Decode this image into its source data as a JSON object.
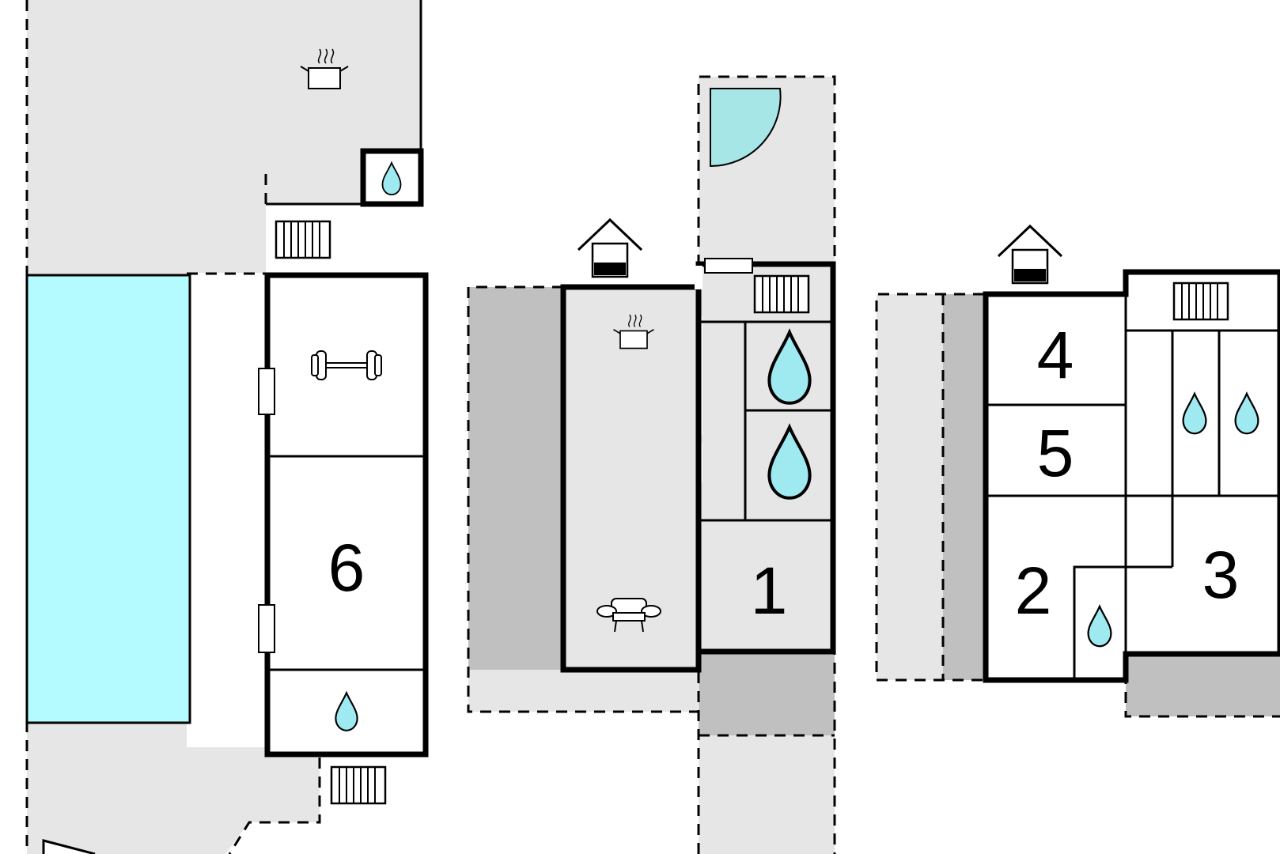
{
  "plan": {
    "colors": {
      "pool": "#b3fbff",
      "terrace_light": "#e6e6e6",
      "terrace_dark": "#c0c0c0",
      "water": "#9fe9f0",
      "door_swing": "#a6e6e6",
      "wall": "#000000"
    },
    "rooms": [
      {
        "id": "room-6",
        "label": "6"
      },
      {
        "id": "room-1",
        "label": "1"
      },
      {
        "id": "room-4",
        "label": "4"
      },
      {
        "id": "room-5",
        "label": "5"
      },
      {
        "id": "room-2",
        "label": "2"
      },
      {
        "id": "room-3",
        "label": "3"
      }
    ],
    "icons": [
      "pool",
      "kitchen-pot-icon",
      "bathroom-drop-icon",
      "radiator-icon",
      "fitness-dumbbell-icon",
      "sofa-icon",
      "house-entrance-icon",
      "door-swing-icon"
    ]
  }
}
